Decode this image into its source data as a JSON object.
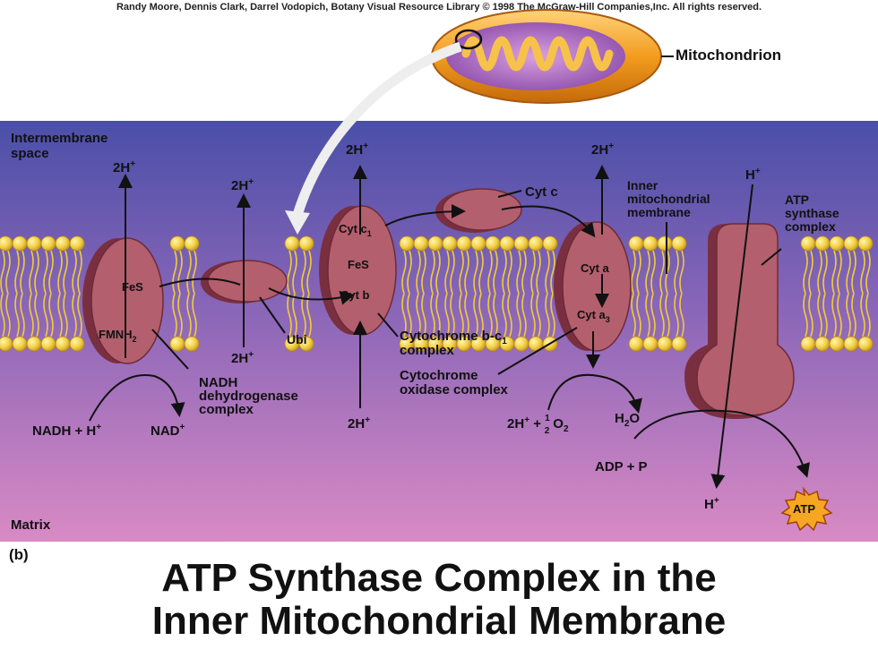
{
  "credit": "Randy Moore, Dennis Clark, Darrel Vodopich, Botany Visual Resource Library © 1998 The McGraw-Hill Companies,Inc. All rights reserved.",
  "mitochondrion_label": "Mitochondrion",
  "region_labels": {
    "intermembrane_line1": "Intermembrane",
    "intermembrane_line2": "space",
    "matrix": "Matrix"
  },
  "panel_letter": "(b)",
  "complex_labels": {
    "nadh_line1": "NADH",
    "nadh_line2": "dehydrogenase",
    "nadh_line3": "complex",
    "ubi": "Ubi",
    "cytbc1_line1": "Cytochrome b-c",
    "cytbc1_sub": "1",
    "cytbc1_line2": "complex",
    "oxidase_line1": "Cytochrome",
    "oxidase_line2": "oxidase complex",
    "cytc": "Cyt c",
    "inner_line1": "Inner",
    "inner_line2": "mitochondrial",
    "inner_line3": "membrane",
    "atp_line1": "ATP",
    "atp_line2": "synthase",
    "atp_line3": "complex"
  },
  "inside_labels": {
    "fes_1": "FeS",
    "fmnh2": "FMNH",
    "fmnh2_sub": "2",
    "cyt_c1": "Cyt c",
    "cyt_c1_sub": "1",
    "fes_2": "FeS",
    "cyt_b": "Cyt b",
    "cyt_a": "Cyt a",
    "cyt_a3": "Cyt a",
    "cyt_a3_sub": "3"
  },
  "species": {
    "h2": "2H",
    "plus": "+",
    "h": "H",
    "nadh": "NADH + H",
    "nad": "NAD",
    "o2_prefix": "2H",
    "o2_half_num": "1",
    "o2_half_den": "2",
    "o2_suffix": "O",
    "o2_sub": "2",
    "water": "H",
    "water_sub": "2",
    "water_o": "O",
    "adp": "ADP + P",
    "atp": "ATP"
  },
  "title_line1": "ATP Synthase Complex in the",
  "title_line2": "Inner Mitochondrial Membrane",
  "colors": {
    "background_top": "#4a4fa8",
    "background_bottom": "#d88ac4",
    "protein": "#b35f6d",
    "protein_dark": "#7a2f40",
    "lipid_head": "#f2cf45",
    "lipid_tail": "#f0c93a",
    "mito_outer": "#f0a020",
    "mito_inner": "#b070c0"
  }
}
